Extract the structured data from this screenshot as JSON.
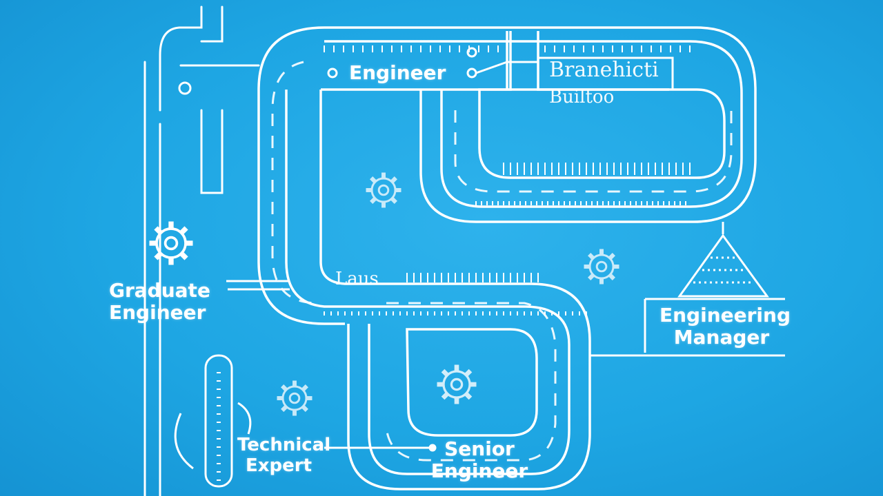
{
  "diagram": {
    "colors": {
      "background": "#1ea6e3",
      "line": "#ffffff"
    },
    "stages": {
      "graduate": {
        "line1": "Graduate",
        "line2": "Engineer"
      },
      "engineer": {
        "label": "Engineer"
      },
      "engineering_manager": {
        "line1": "Engineering",
        "line2": "Manager"
      },
      "senior": {
        "line1": "Senior",
        "line2": "Engineer"
      },
      "technical_expert": {
        "line1": "Technical",
        "line2": "Expert"
      }
    },
    "garbled_text": {
      "top_right_1": "Branehicti",
      "top_right_2": "Builtoo",
      "mid_left": "Laus"
    },
    "icons": [
      "gear-icon",
      "gear-icon",
      "gear-icon",
      "gear-icon",
      "gear-icon",
      "padlock-icon"
    ]
  }
}
